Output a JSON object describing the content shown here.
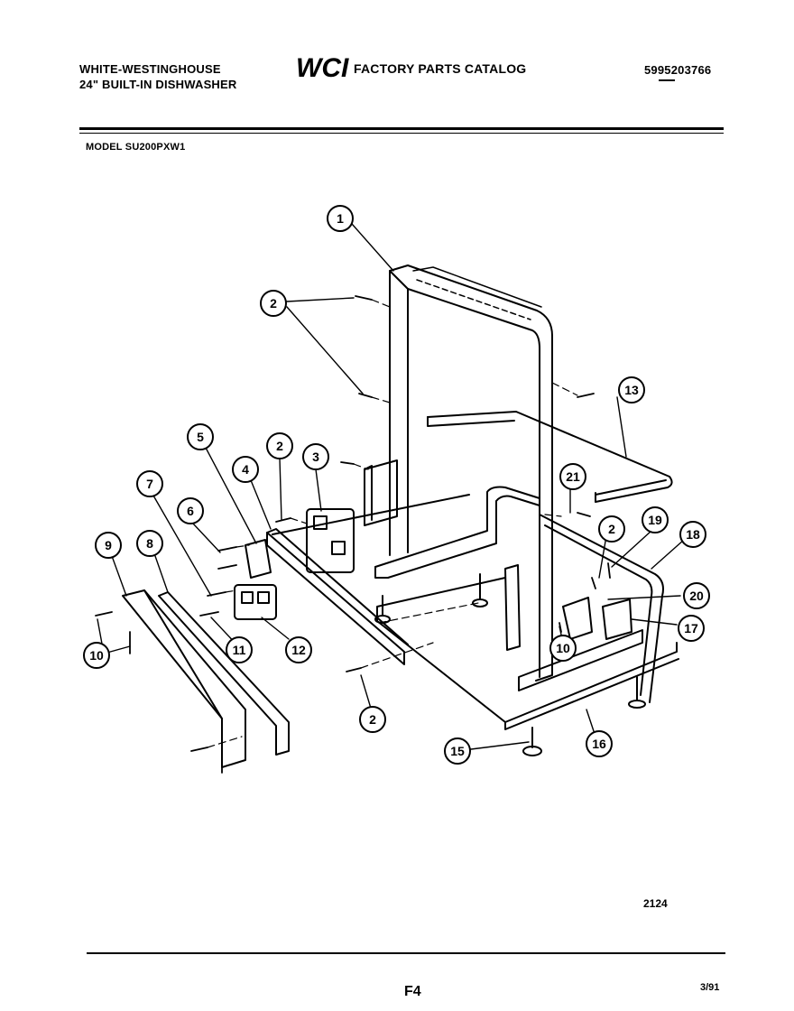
{
  "header": {
    "manufacturer": "WHITE-WESTINGHOUSE",
    "product": "24\" BUILT-IN DISHWASHER",
    "logo_text": "WCI",
    "catalog_title": "FACTORY PARTS CATALOG",
    "part_number": "5995203766"
  },
  "model": "MODEL SU200PXW1",
  "footer": {
    "figure_number": "2124",
    "page": "F4",
    "date": "3/91"
  },
  "callouts": [
    {
      "label": "1"
    },
    {
      "label": "2"
    },
    {
      "label": "2"
    },
    {
      "label": "3"
    },
    {
      "label": "4"
    },
    {
      "label": "5"
    },
    {
      "label": "6"
    },
    {
      "label": "7"
    },
    {
      "label": "8"
    },
    {
      "label": "9"
    },
    {
      "label": "10"
    },
    {
      "label": "11"
    },
    {
      "label": "12"
    },
    {
      "label": "13"
    },
    {
      "label": "21"
    },
    {
      "label": "2"
    },
    {
      "label": "19"
    },
    {
      "label": "18"
    },
    {
      "label": "20"
    },
    {
      "label": "17"
    },
    {
      "label": "10"
    },
    {
      "label": "2"
    },
    {
      "label": "15"
    },
    {
      "label": "16"
    }
  ]
}
